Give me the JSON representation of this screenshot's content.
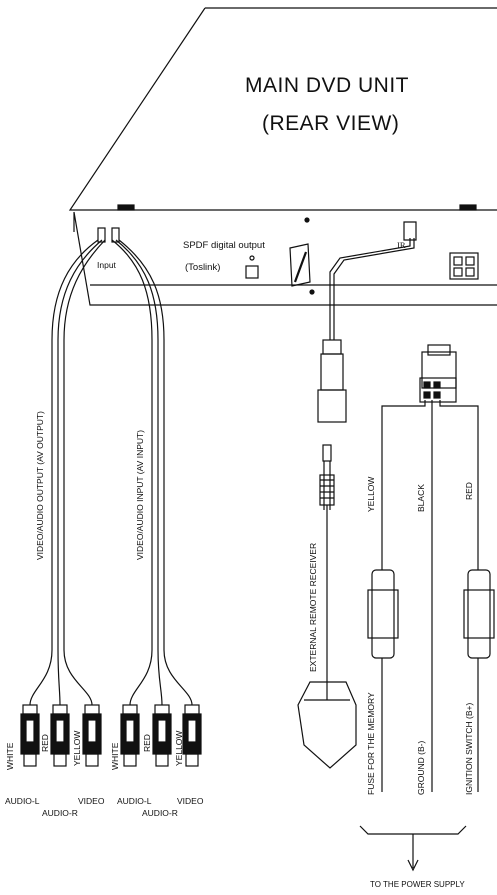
{
  "unit": {
    "title_line1": "MAIN DVD UNIT",
    "title_line2": "(REAR VIEW)"
  },
  "ports": {
    "input_label": "Input",
    "spdf_line1": "SPDF digital output",
    "spdf_line2": "(Toslink)",
    "ir_label": "IR"
  },
  "cables": {
    "av_output": "VIDEO/AUDIO OUTPUT (AV OUTPUT)",
    "av_input": "VIDEO/AUDIO INPUT (AV INPUT)",
    "remote": "EXTERNAL REMOTE RECEIVER"
  },
  "plugs_left": {
    "white": "WHITE",
    "red": "RED",
    "yellow": "YELLOW",
    "audio_l": "AUDIO-L",
    "audio_r": "AUDIO-R",
    "video": "VIDEO"
  },
  "plugs_right": {
    "white": "WHITE",
    "red": "RED",
    "yellow": "YELLOW",
    "audio_l": "AUDIO-L",
    "audio_r": "AUDIO-R",
    "video": "VIDEO"
  },
  "power": {
    "yellow": "YELLOW",
    "black": "BLACK",
    "red": "RED",
    "fuse": "FUSE FOR THE MEMORY",
    "ground": "GROUND (B-)",
    "ignition": "IGNITION SWITCH (B+)",
    "supply": "TO THE POWER SUPPLY"
  }
}
